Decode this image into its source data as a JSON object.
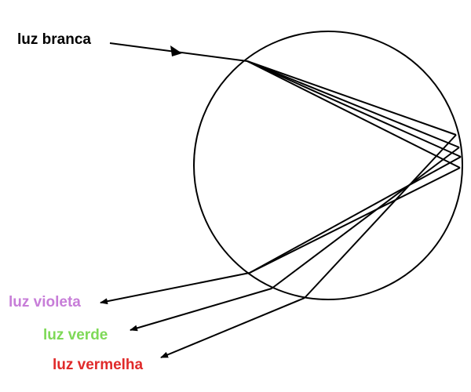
{
  "labels": {
    "white_light": "luz branca",
    "violet_light": "luz violeta",
    "green_light": "luz verde",
    "red_light": "luz vermelha"
  },
  "colors": {
    "line": "#000000",
    "white_label": "#000000",
    "violet": "#c77dd8",
    "green": "#7ed957",
    "red": "#e02a2a"
  }
}
